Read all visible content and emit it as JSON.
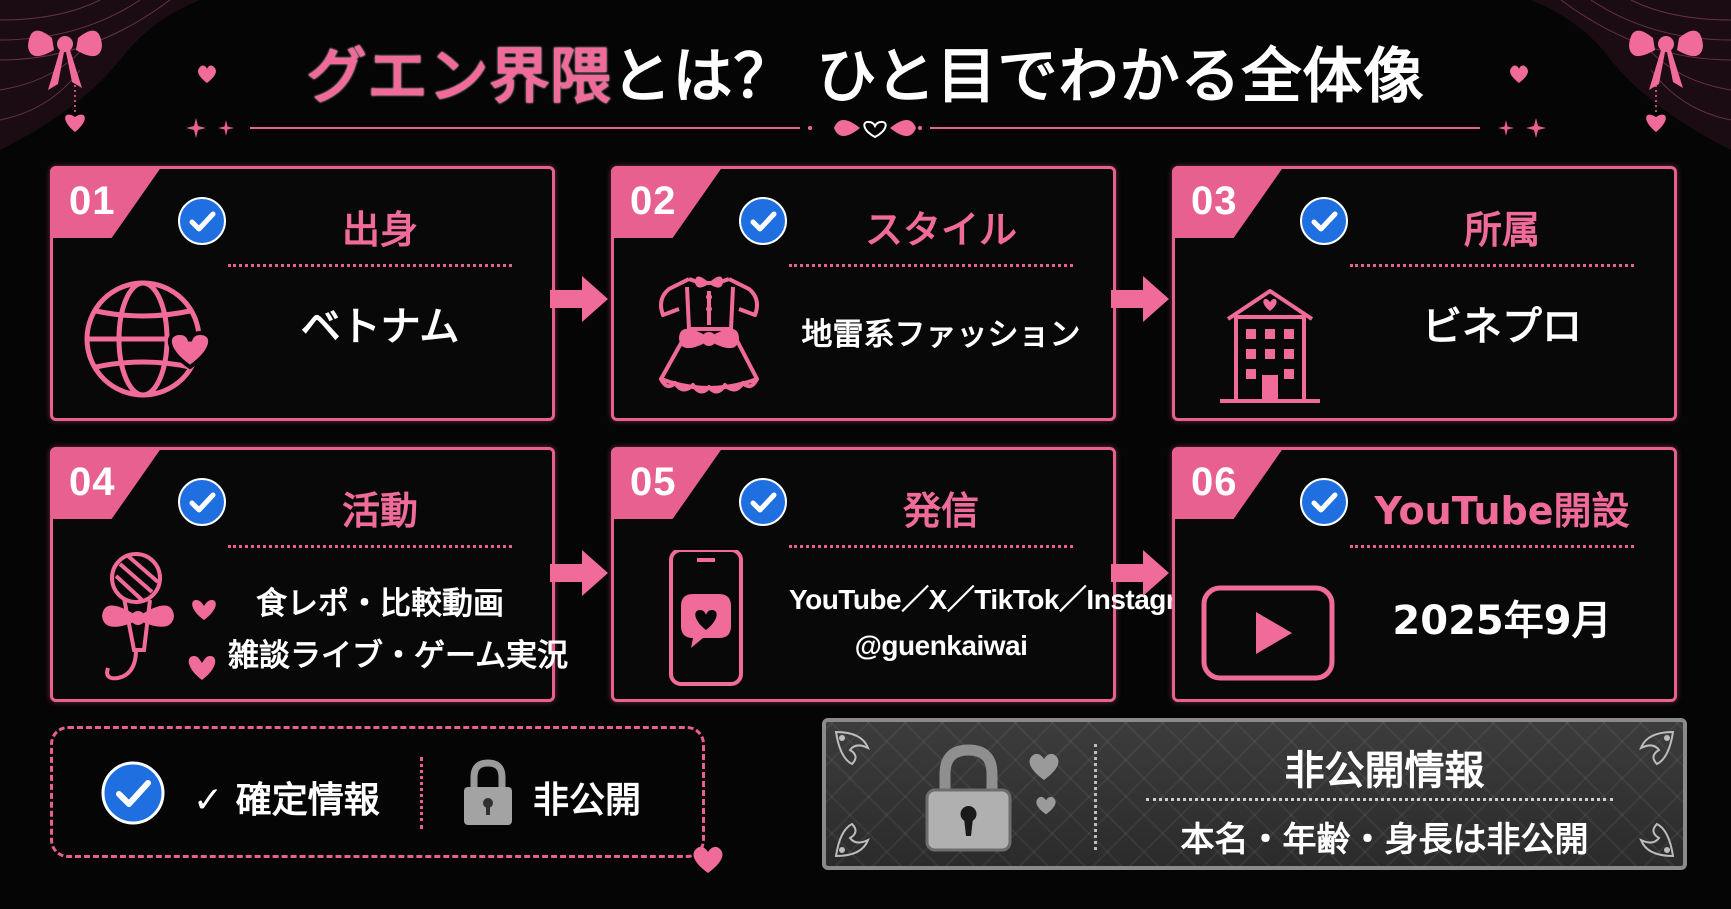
{
  "title": {
    "pink_part": "グエン界隈",
    "white_part": "とは？ ひと目でわかる全体像"
  },
  "colors": {
    "accent_pink": "#e8608f",
    "check_blue": "#1f6fe0",
    "background": "#050505",
    "panel_gray": "#333333"
  },
  "cards": [
    {
      "number": "01",
      "label": "出身",
      "value": "ベトナム",
      "icon": "globe-heart-icon",
      "status": "confirmed"
    },
    {
      "number": "02",
      "label": "スタイル",
      "value": "地雷系ファッション",
      "icon": "frilly-dress-icon",
      "status": "confirmed"
    },
    {
      "number": "03",
      "label": "所属",
      "value": "ビネプロ",
      "icon": "building-icon",
      "status": "confirmed"
    },
    {
      "number": "04",
      "label": "活動",
      "value_line1": "食レポ・比較動画",
      "value_line2": "雑談ライブ・ゲーム実況",
      "icon": "microphone-icon",
      "status": "confirmed"
    },
    {
      "number": "05",
      "label": "発信",
      "value_line1": "YouTube／X／TikTok／Instagram",
      "value_line2": "@guenkaiwai",
      "icon": "smartphone-heart-icon",
      "status": "confirmed"
    },
    {
      "number": "06",
      "label": "YouTube開設",
      "value": "2025年9月",
      "icon": "youtube-play-icon",
      "status": "confirmed"
    }
  ],
  "legend": {
    "confirmed_label": "✓ 確定情報",
    "private_label": "非公開"
  },
  "private_info": {
    "title": "非公開情報",
    "description": "本名・年齢・身長は非公開"
  }
}
